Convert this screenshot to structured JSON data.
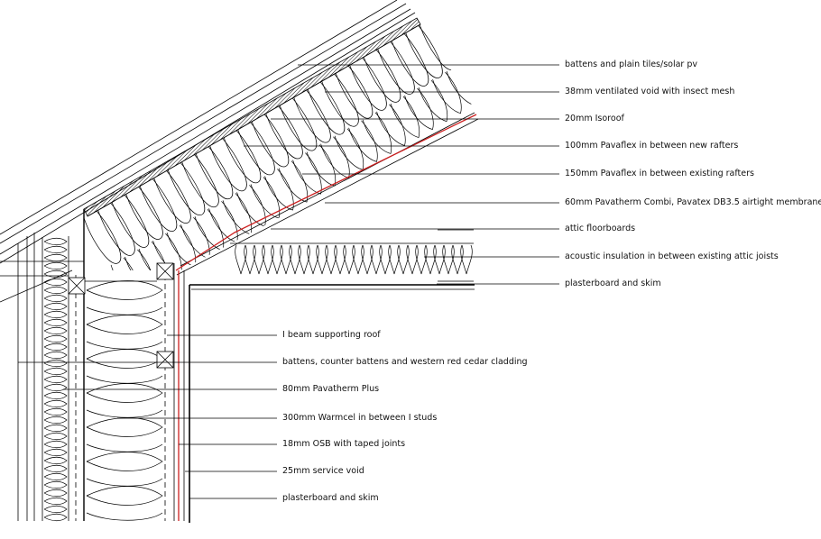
{
  "roof_labels": [
    "battens and plain tiles/solar pv",
    "38mm ventilated void with insect mesh",
    "20mm Isoroof",
    "100mm Pavaflex in between new rafters",
    "150mm Pavaflex in between existing rafters",
    "60mm Pavatherm Combi, Pavatex DB3.5 airtight membrane",
    "attic floorboards",
    "acoustic insulation in between existing attic joists",
    "plasterboard and skim"
  ],
  "wall_labels": [
    "I beam supporting roof",
    "battens, counter battens and western red cedar cladding",
    "80mm Pavatherm Plus",
    "300mm Warmcel in between I studs",
    "18mm OSB with taped joints",
    "25mm service void",
    "plasterboard and skim"
  ],
  "colors": {
    "line": "#000000",
    "membrane": "#cc1f1f"
  }
}
